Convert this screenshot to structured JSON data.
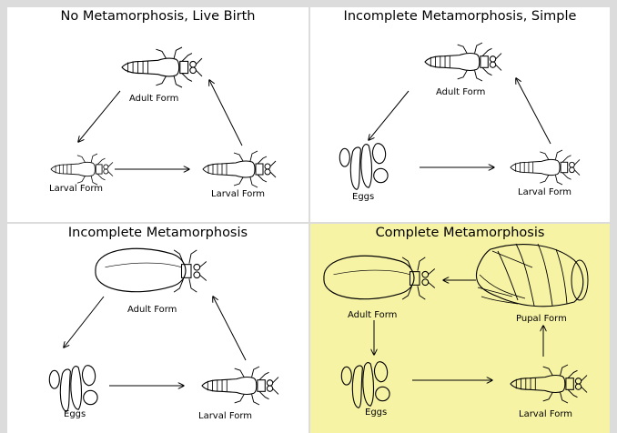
{
  "panels": {
    "p1": {
      "title": "No Metamorphosis, Live Birth",
      "labels": {
        "adult": "Adult Form",
        "larval_left": "Larval Form",
        "larval_right": "Larval Form"
      }
    },
    "p2": {
      "title": "Incomplete Metamorphosis, Simple",
      "labels": {
        "adult": "Adult Form",
        "eggs": "Eggs",
        "larval": "Larval Form"
      }
    },
    "p3": {
      "title": "Incomplete Metamorphosis",
      "labels": {
        "adult": "Adult Form",
        "eggs": "Eggs",
        "larval": "Larval Form"
      }
    },
    "p4": {
      "title": "Complete Metamorphosis",
      "labels": {
        "adult": "Adult Form",
        "pupal": "Pupal Form",
        "eggs": "Eggs",
        "larval": "Larval Form"
      }
    }
  },
  "colors": {
    "background": "#dcdcdc",
    "panel": "#ffffff",
    "highlight_panel": "#f7f3a5"
  }
}
